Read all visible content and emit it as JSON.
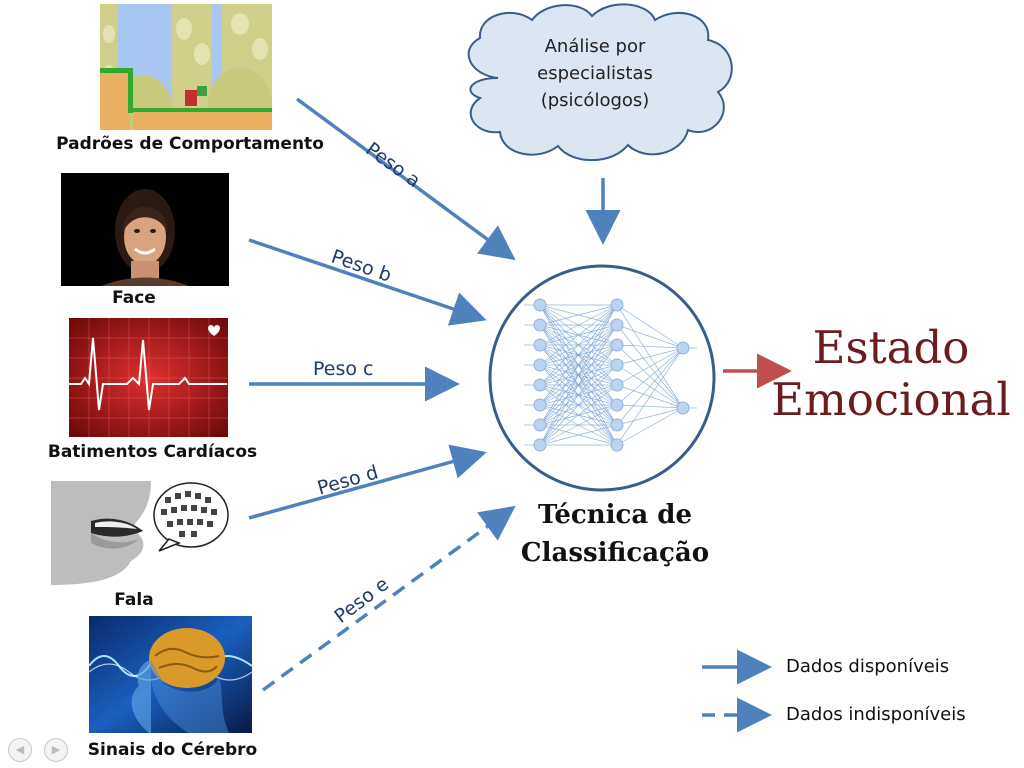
{
  "inputs": [
    {
      "label": "Padrões de Comportamento",
      "weight": "Peso a",
      "icon": "game-screenshot-image"
    },
    {
      "label": "Face",
      "weight": "Peso b",
      "icon": "smiling-face-image"
    },
    {
      "label": "Batimentos Cardíacos",
      "weight": "Peso c",
      "icon": "heartbeat-ecg-image"
    },
    {
      "label": "Fala",
      "weight": "Peso d",
      "icon": "speaking-mouth-image"
    },
    {
      "label": "Sinais do Cérebro",
      "weight": "Peso e",
      "icon": "brain-signals-image"
    }
  ],
  "cloud": {
    "text_lines": [
      "Análise por",
      "especialistas",
      "(psicólogos)"
    ]
  },
  "technique": {
    "line1": "Técnica de",
    "line2": "Classificação"
  },
  "result": {
    "line1": "Estado",
    "line2": "Emocional"
  },
  "legend": {
    "available": "Dados disponíveis",
    "unavailable": "Dados indisponíveis"
  },
  "colors": {
    "arrow": "#4f81bd",
    "result_arrow": "#c0504d",
    "result_text": "#6b1c1c",
    "cloud_fill": "#dce6f2",
    "cloud_stroke": "#385d8a"
  }
}
